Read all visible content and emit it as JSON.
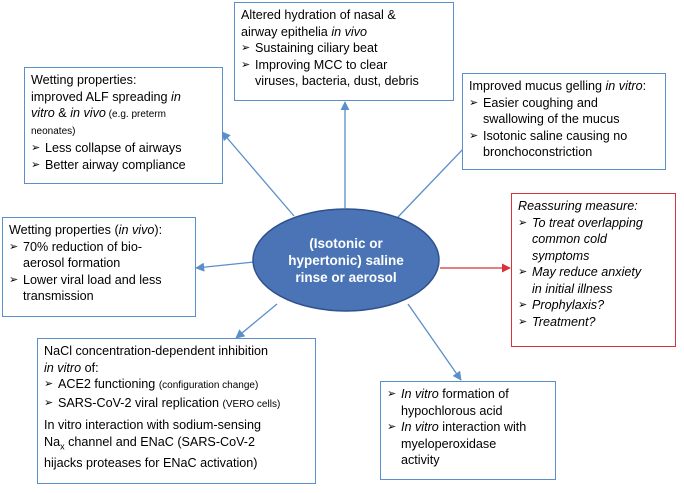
{
  "colors": {
    "ellipse_fill": "#4a74b5",
    "ellipse_stroke": "#2f528f",
    "box_border": "#5b8fc9",
    "red": "#d6333a"
  },
  "center": {
    "lines": [
      "(Isotonic or",
      "hypertonic) saline",
      "rinse or aerosol"
    ]
  },
  "top": {
    "title1": "Altered hydration of nasal &",
    "title2a": "airway epithelia ",
    "title2b": "in vivo",
    "b1": "Sustaining ciliary beat",
    "b2a": "Improving MCC to clear",
    "b2b": "viruses, bacteria, dust, debris"
  },
  "wet_top": {
    "t1": "Wetting properties:",
    "t2a": "improved ALF spreading ",
    "t2b": "in",
    "t3a": "vitro",
    "t3b": " & ",
    "t3c": "in vivo",
    "t3d": " (e.g. preterm",
    "t4": "neonates)",
    "b1": "Less collapse of airways",
    "b2": "Better airway compliance"
  },
  "mucus": {
    "t1a": "Improved mucus gelling ",
    "t1b": "in vitro",
    "t1c": ":",
    "b1a": "Easier coughing and",
    "b1b": "swallowing of the mucus",
    "b2a": "Isotonic saline causing no",
    "b2b": "bronchoconstriction"
  },
  "wet_mid": {
    "t1a": "Wetting properties (",
    "t1b": "in vivo",
    "t1c": "):",
    "b1a": "70% reduction of bio-",
    "b1b": "aerosol formation",
    "b2a": "Lower viral load and less",
    "b2b": "transmission"
  },
  "reassure": {
    "title": "Reassuring measure:",
    "b1a": "To treat overlapping",
    "b1b": "common cold",
    "b1c": "symptoms",
    "b2a": "May reduce anxiety",
    "b2b": "in initial illness",
    "b3": "Prophylaxis?",
    "b4": "Treatment?"
  },
  "nacl": {
    "t1": "NaCl concentration-dependent  inhibition",
    "t2a": "in vitro",
    "t2b": " of:",
    "b1a": "ACE2 functioning ",
    "b1b": "(configuration change)",
    "b2a": "SARS-CoV-2 viral replication ",
    "b2b": "(VERO cells)",
    "t3": "In vitro interaction with sodium-sensing",
    "t4a": "Na",
    "t4sub": "x",
    "t4b": " channel and ENaC (SARS-CoV-2",
    "t5": "hijacks proteases for ENaC activation)"
  },
  "hocl": {
    "b1a": "In vitro",
    "b1b": " formation of",
    "b1c": "hypochlorous acid",
    "b2a": "In vitro",
    "b2b": " interaction with",
    "b2c": "myeloperoxidase",
    "b2d": "activity"
  }
}
